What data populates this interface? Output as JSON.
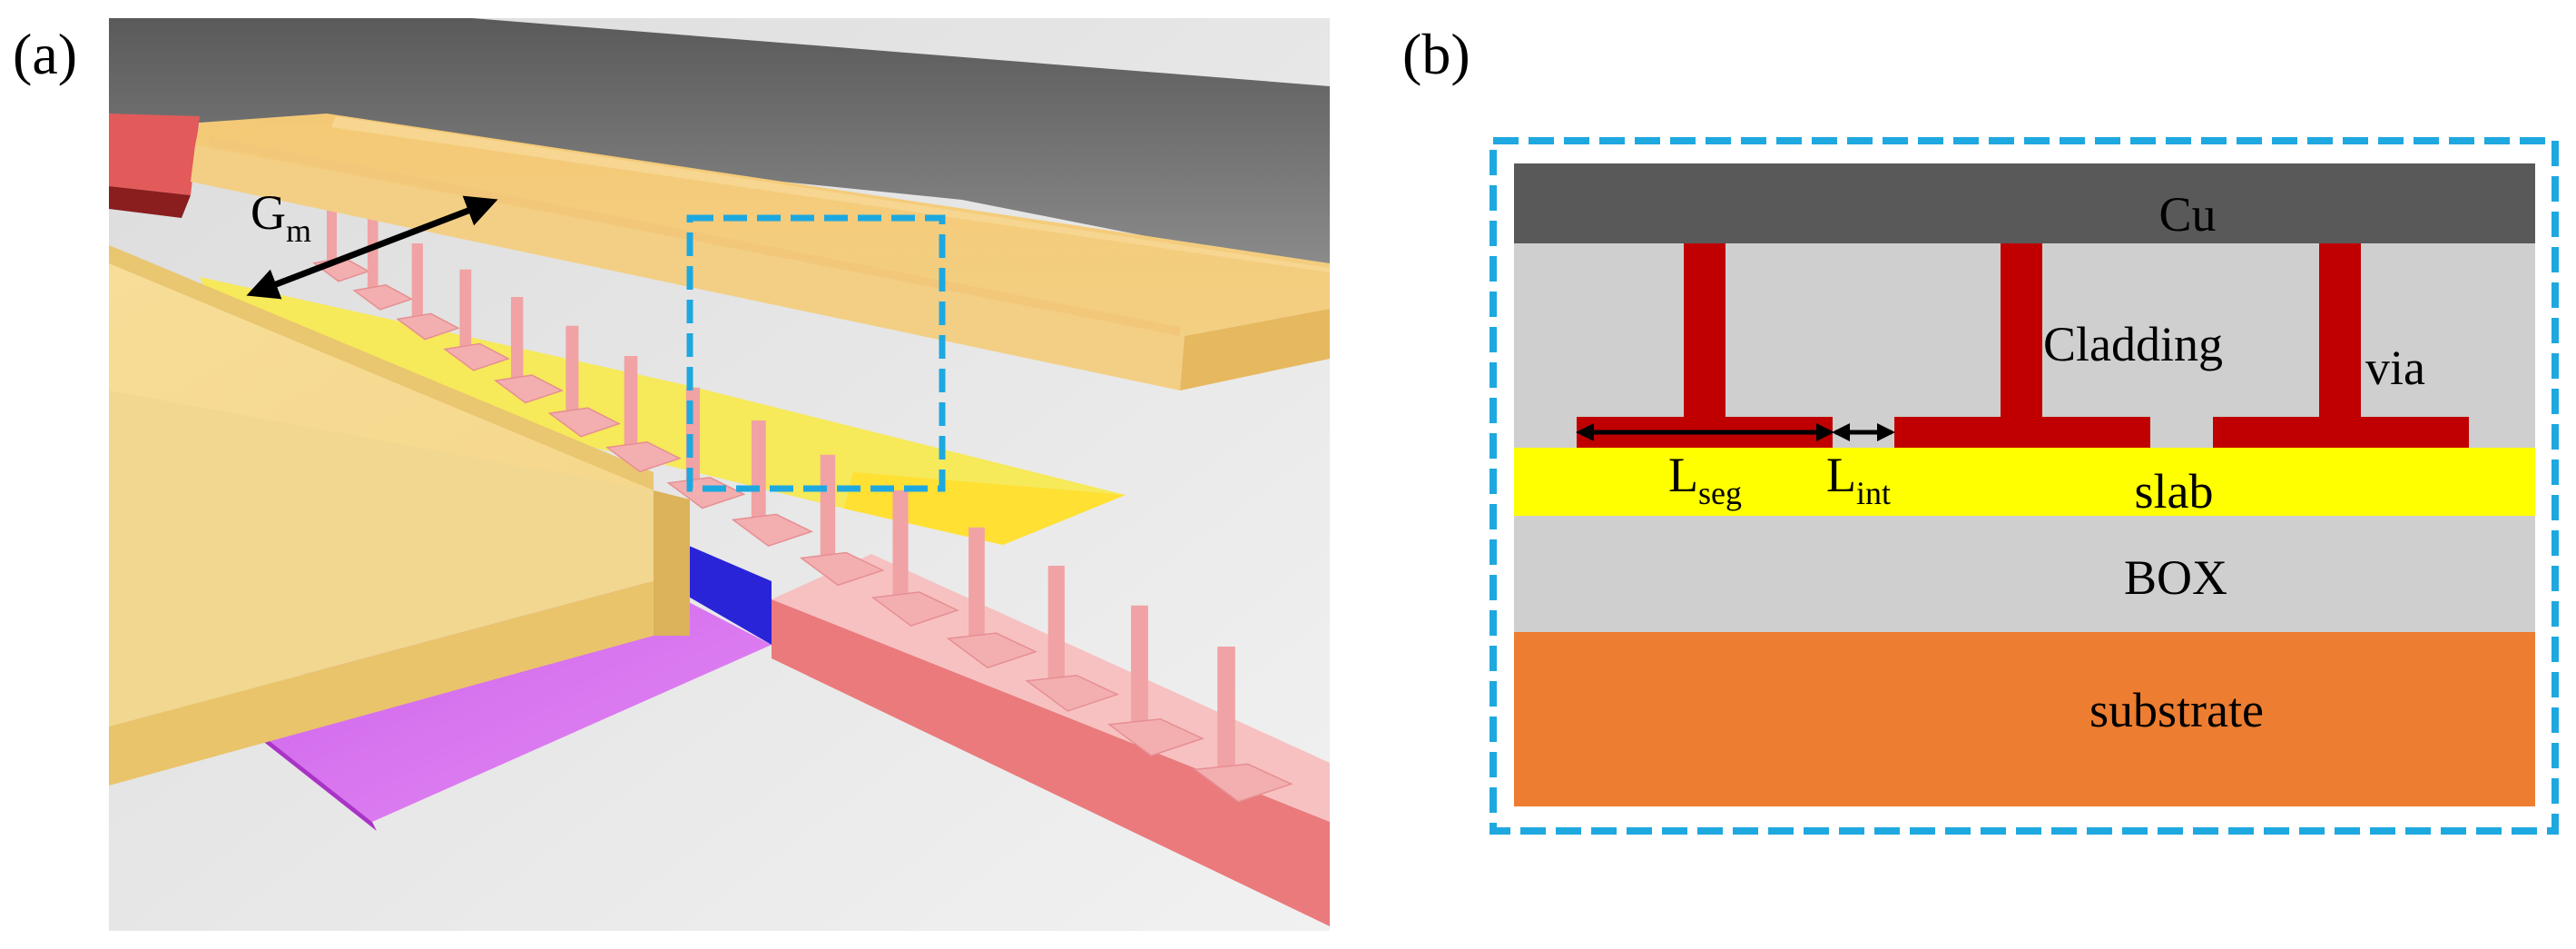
{
  "panel_a": {
    "label": "(a)",
    "gap_symbol": "G",
    "gap_subscript": "m"
  },
  "panel_b": {
    "label": "(b)",
    "layers": {
      "top_metal": "Cu",
      "cladding": "Cladding",
      "via": "via",
      "slab": "slab",
      "box": "BOX",
      "substrate": "substrate"
    },
    "dimensions": {
      "segment_symbol": "L",
      "segment_subscript": "seg",
      "interval_symbol": "L",
      "interval_subscript": "int"
    }
  },
  "colors": {
    "copper": "#595959",
    "cladding": "#d0cfcf",
    "via": "#c00000",
    "slab": "#ffff00",
    "box": "#d0cfcf",
    "substrate": "#ed7d31",
    "highlight_box": "#1ea8e0",
    "metal_3d": "#f5cf7b",
    "pink_3d": "#f1a2a4",
    "purple_3d": "#d66ef0",
    "blue_3d": "#2a24d8"
  }
}
